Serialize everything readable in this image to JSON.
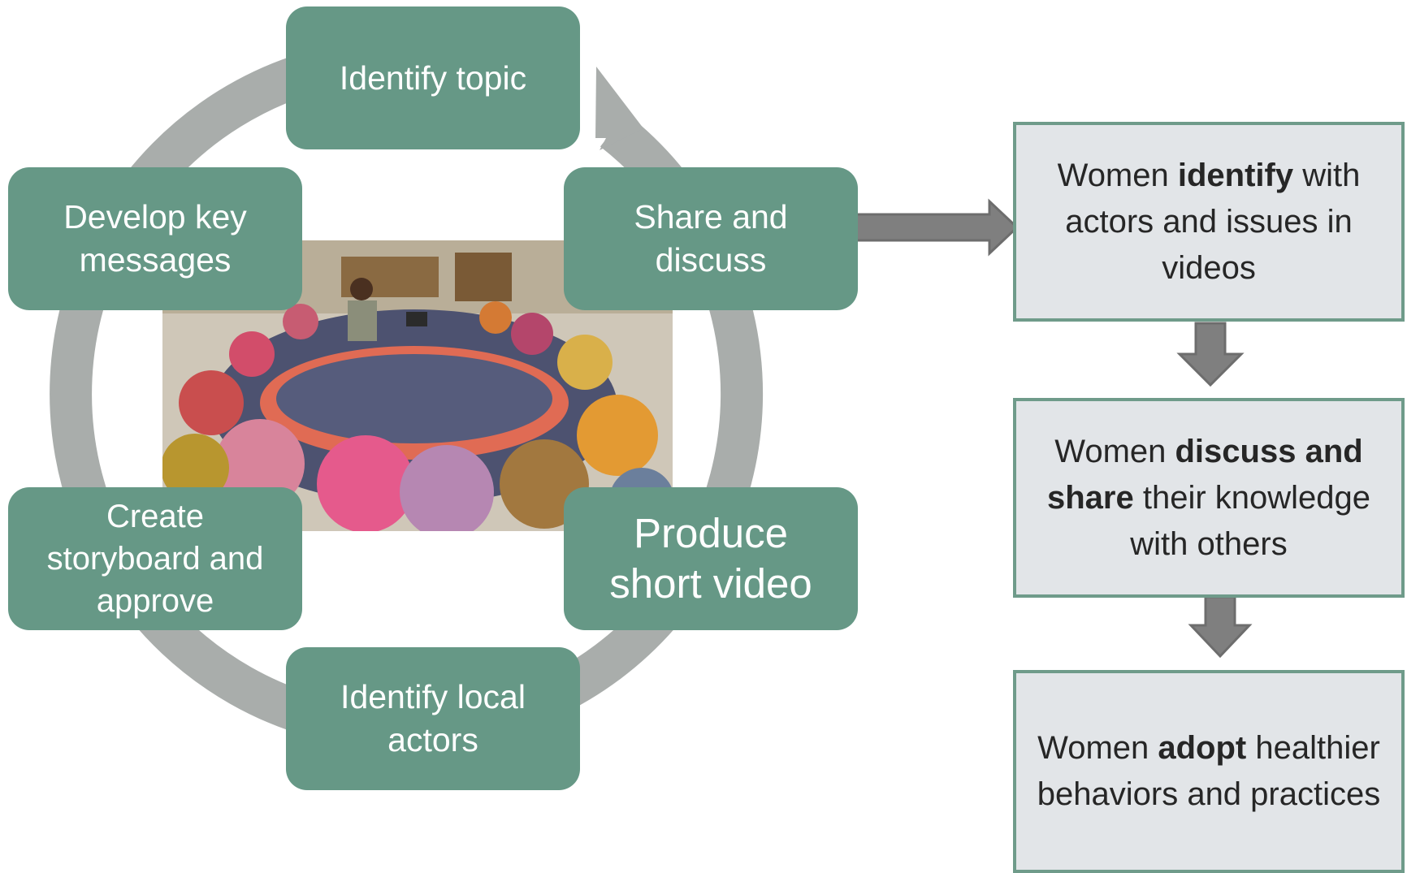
{
  "cycle": {
    "steps": {
      "top": "Identify topic",
      "top_right": "Share and\ndiscuss",
      "bottom_right": "Produce\nshort video",
      "bottom": "Identify local\nactors",
      "bottom_left": "Create\nstoryboard and\napprove",
      "top_left": "Develop key\nmessages"
    },
    "photo": "photo of women seated on the floor in a circle watching a short video shown by a facilitator"
  },
  "outcomes": [
    {
      "before": "Women ",
      "bold": "identify",
      "after": " with actors and issues in videos"
    },
    {
      "before": "Women ",
      "bold": "discuss and share",
      "after": " their knowledge with others"
    },
    {
      "before": "Women ",
      "bold": "adopt",
      "after": " healthier behaviors and practices"
    }
  ],
  "colors": {
    "step_fill": "#669886",
    "cycle_arrow": "#a9adab",
    "outcome_fill": "#e2e5e8",
    "outcome_border": "#6f9b8a",
    "flow_arrow": "#7f7f7f"
  }
}
